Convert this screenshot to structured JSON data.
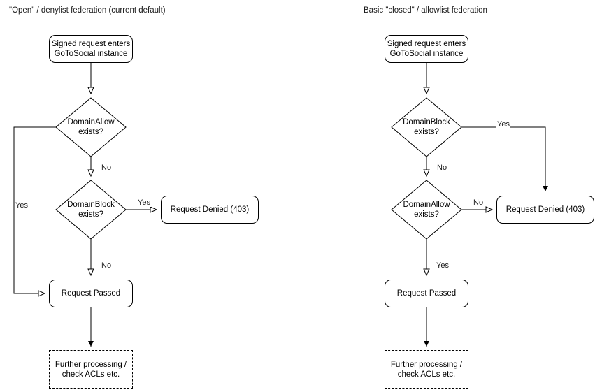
{
  "panels": [
    {
      "title": "\"Open\" / denylist federation (current default)",
      "nodes": {
        "entry": "Signed request enters\nGoToSocial instance",
        "decision1": "DomainAllow\nexists?",
        "decision2": "DomainBlock\nexists?",
        "denied": "Request Denied (403)",
        "passed": "Request Passed",
        "further": "Further processing /\ncheck ACLs etc."
      },
      "edge_labels": {
        "allow_yes": "Yes",
        "allow_no": "No",
        "block_yes": "Yes",
        "block_no": "No"
      }
    },
    {
      "title": "Basic \"closed\" / allowlist federation",
      "nodes": {
        "entry": "Signed request enters\nGoToSocial instance",
        "decision1": "DomainBlock\nexists?",
        "decision2": "DomainAllow\nexists?",
        "denied": "Request Denied (403)",
        "passed": "Request Passed",
        "further": "Further processing /\ncheck ACLs etc."
      },
      "edge_labels": {
        "block_yes": "Yes",
        "block_no": "No",
        "allow_no": "No",
        "allow_yes": "Yes"
      }
    }
  ],
  "style": {
    "stroke": "#000000",
    "background": "#ffffff",
    "text": "#000000"
  }
}
